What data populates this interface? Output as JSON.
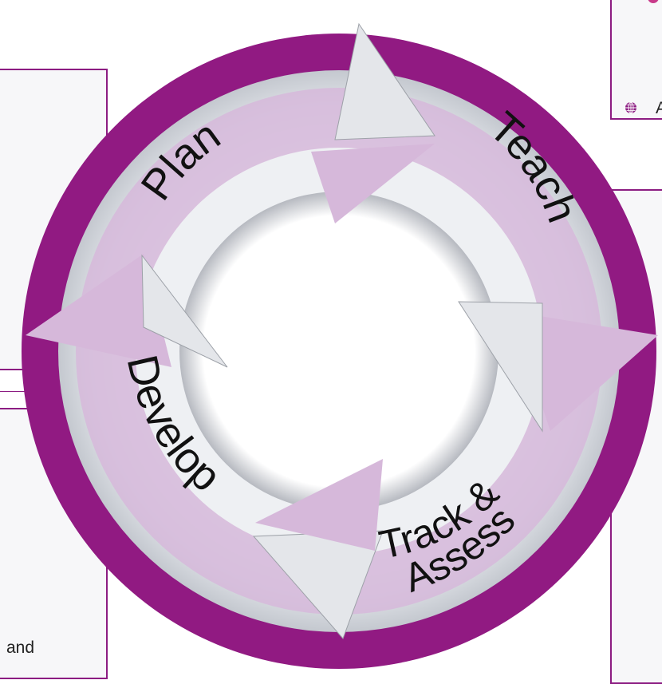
{
  "cycle": {
    "stages": [
      {
        "label": "Plan"
      },
      {
        "label": "Teach"
      },
      {
        "label": "Track &"
      },
      {
        "label": "Assess"
      },
      {
        "label": "Develop"
      }
    ]
  },
  "fragments": {
    "bottom_left_text": "and",
    "right_text": "A"
  },
  "colors": {
    "ring": "#911a82",
    "band_light": "#e4e6ea",
    "arrow_light": "#d6b8da",
    "panel_border": "#8c1c82"
  },
  "icons": {
    "globe": "globe-icon"
  }
}
